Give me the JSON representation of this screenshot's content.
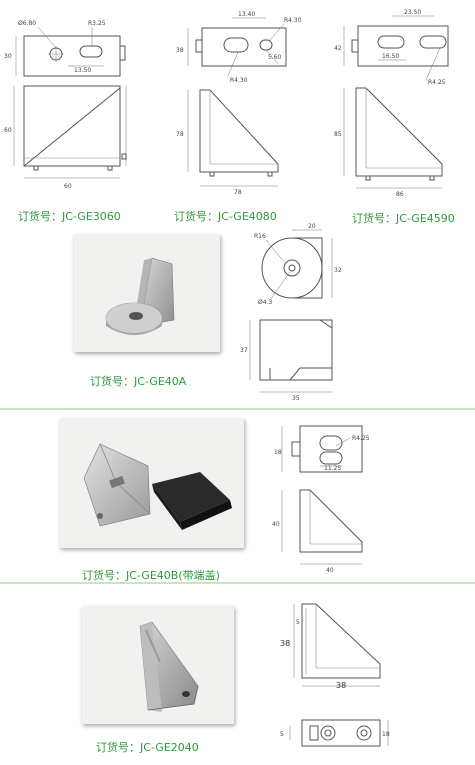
{
  "colors": {
    "order_text": "#2e9a3e",
    "separator": "#c9e6c4"
  },
  "products": [
    {
      "order_label": "订货号：JC-GE3060",
      "dims": {
        "hole_dia": "Ø6.80",
        "slot": "R3.25",
        "spacing": "13.50",
        "height": "30",
        "length": "60",
        "width": "60"
      }
    },
    {
      "order_label": "订货号：JC-GE4080",
      "dims": {
        "spacing": "13.40",
        "slot": "R4.30",
        "height": "38",
        "slot_width": "5.60",
        "radius": "R4.30",
        "side": "78",
        "width": "78"
      }
    },
    {
      "order_label": "订货号：JC-GE4590",
      "dims": {
        "spacing": "23.50",
        "height": "42",
        "inner": "16.50",
        "radius": "R4.25",
        "side": "85",
        "width": "86"
      }
    },
    {
      "order_label": "订货号：JC-GE40A",
      "dims": {
        "radius": "R16",
        "top_width": "20",
        "top_height": "32",
        "hole_dia": "Ø4.3",
        "height": "37",
        "width": "35"
      }
    },
    {
      "order_label": "订货号：JC-GE40B(带端盖)",
      "dims": {
        "radius": "R4.25",
        "top_height": "18",
        "slot": "11.25",
        "height": "40",
        "width": "40"
      }
    },
    {
      "order_label": "订货号：JC-GE2040",
      "dims": {
        "inner": "5",
        "height": "38",
        "width": "38",
        "bottom_height": "5",
        "bottom_depth": "18"
      }
    }
  ]
}
